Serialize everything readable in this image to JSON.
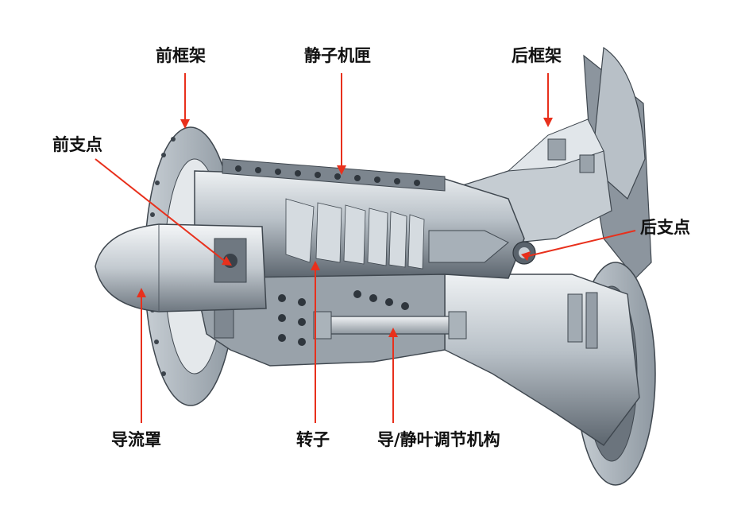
{
  "labels": {
    "front_frame": "前框架",
    "stator_casing": "静子机匣",
    "rear_frame": "后框架",
    "front_support": "前支点",
    "rear_support": "后支点",
    "nose_cone": "导流罩",
    "rotor": "转子",
    "vane_mechanism": "导/静叶调节机构"
  },
  "colors": {
    "leader_line": "#e8301c",
    "metal_light": "#d7dde2",
    "metal_mid": "#a9b2ba",
    "metal_dark": "#4f5861",
    "label_text": "#111111"
  }
}
